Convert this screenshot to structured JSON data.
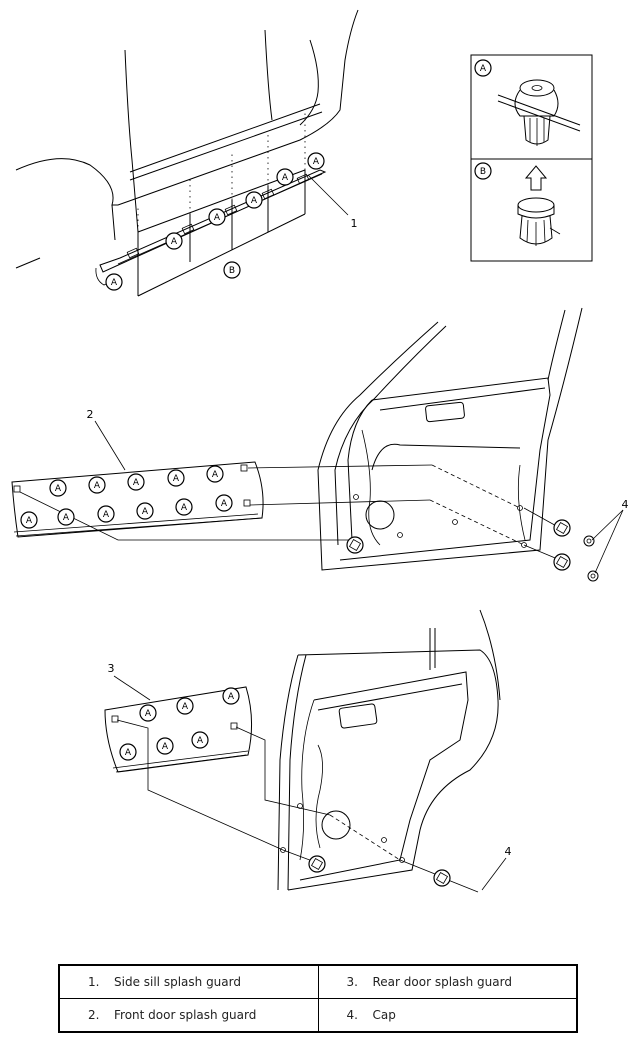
{
  "callout_letter_a": "A",
  "callout_letter_b": "B",
  "part_numbers": {
    "p1": "1",
    "p2": "2",
    "p3": "3",
    "p4a": "4",
    "p4b": "4"
  },
  "legend": [
    [
      {
        "num": "1.",
        "text": "Side sill splash guard"
      },
      {
        "num": "3.",
        "text": "Rear door splash guard"
      }
    ],
    [
      {
        "num": "2.",
        "text": "Front door splash guard"
      },
      {
        "num": "4.",
        "text": "Cap"
      }
    ]
  ]
}
